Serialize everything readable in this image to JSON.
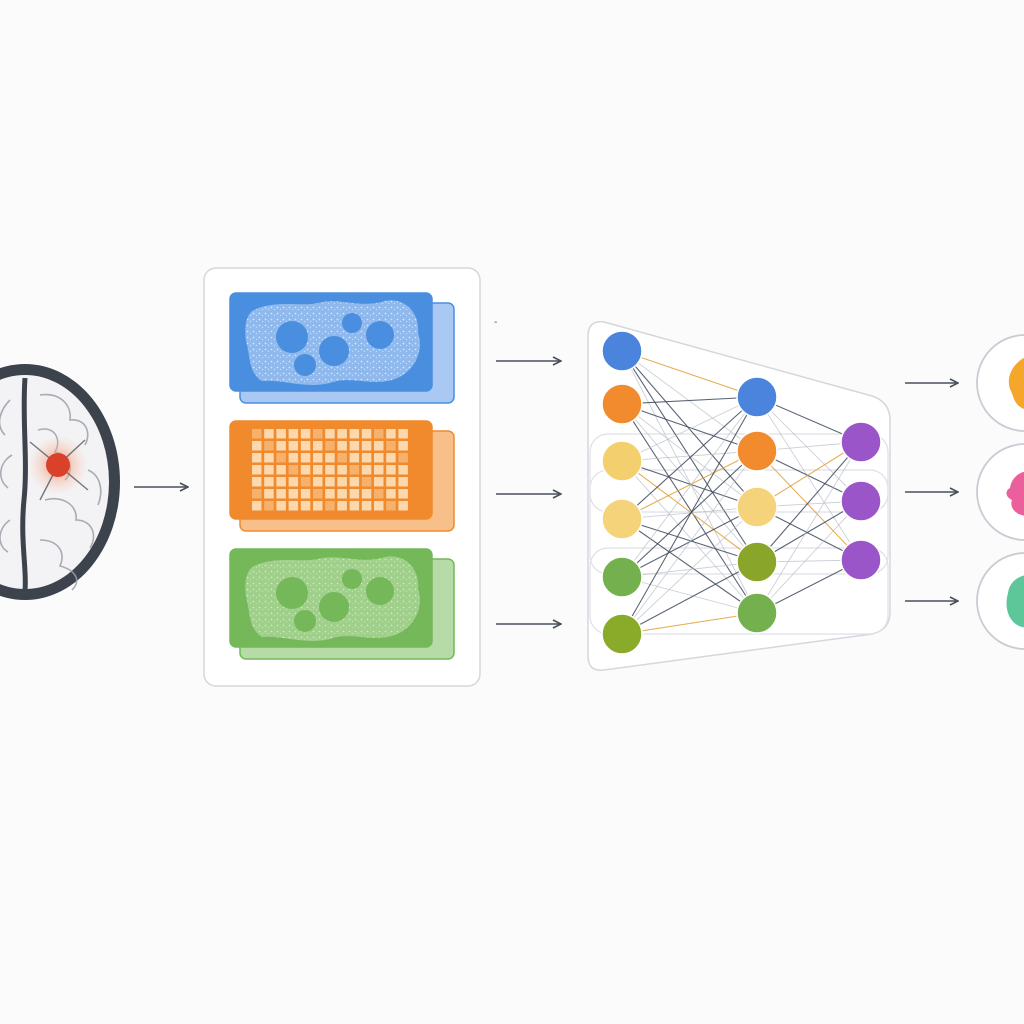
{
  "diagram": {
    "background": "#fbfbfc",
    "input": {
      "icon": "brain-scan-icon",
      "lesion_color": "#d9412b",
      "outline_color": "#3d434c"
    },
    "feature_maps": [
      {
        "name": "blue",
        "icon": "texture-map-icon",
        "color": "#4a8ee0",
        "light": "#a9c9f2"
      },
      {
        "name": "orange",
        "icon": "grid-map-icon",
        "color": "#f08a2c",
        "light": "#f7c08a"
      },
      {
        "name": "green",
        "icon": "texture-map-icon",
        "color": "#74b85a",
        "light": "#b7dba6"
      }
    ],
    "network": {
      "layer_colors": [
        [
          "#4a84dc",
          "#f28a2e",
          "#f4cf6e",
          "#f4d37a",
          "#74b04e",
          "#8aaa2a"
        ],
        [
          "#4a84dc",
          "#f28a2e",
          "#f4d37a",
          "#8aa62a",
          "#74b04e"
        ],
        [
          "#9a55c8",
          "#9a55c8",
          "#9a55c8"
        ]
      ],
      "edge_colors": [
        "#3f4a5c",
        "#b7bcc6",
        "#e0a23a",
        "#f0b24a"
      ]
    },
    "outputs": [
      {
        "name": "output-1",
        "icon": "blob-icon",
        "color": "#f4a72a"
      },
      {
        "name": "output-2",
        "icon": "blob-icon",
        "color": "#ea5f9c"
      },
      {
        "name": "output-3",
        "icon": "blob-icon",
        "color": "#5ec79a"
      }
    ],
    "arrow_color": "#4a505a"
  }
}
